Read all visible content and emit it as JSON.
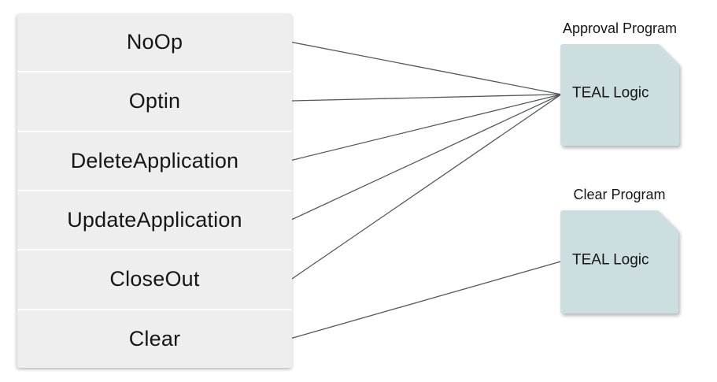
{
  "diagram": {
    "table": {
      "rows": [
        {
          "id": "noop",
          "label": "NoOp"
        },
        {
          "id": "optin",
          "label": "Optin"
        },
        {
          "id": "delete-application",
          "label": "DeleteApplication"
        },
        {
          "id": "update-application",
          "label": "UpdateApplication"
        },
        {
          "id": "closeout",
          "label": "CloseOut"
        },
        {
          "id": "clear",
          "label": "Clear"
        }
      ]
    },
    "programs": [
      {
        "id": "approval",
        "title": "Approval Program",
        "content": "TEAL Logic"
      },
      {
        "id": "clear",
        "title": "Clear Program",
        "content": "TEAL Logic"
      }
    ],
    "edges": [
      {
        "from": "noop",
        "to": "approval"
      },
      {
        "from": "optin",
        "to": "approval"
      },
      {
        "from": "delete-application",
        "to": "approval"
      },
      {
        "from": "update-application",
        "to": "approval"
      },
      {
        "from": "closeout",
        "to": "approval"
      },
      {
        "from": "clear",
        "to": "clear"
      }
    ],
    "colors": {
      "background": "#ffffff",
      "row_fill": "#eeeeee",
      "row_divider": "#fafafa",
      "box_fill": "#cddee1",
      "connector": "#55585c",
      "text": "#161616"
    }
  }
}
